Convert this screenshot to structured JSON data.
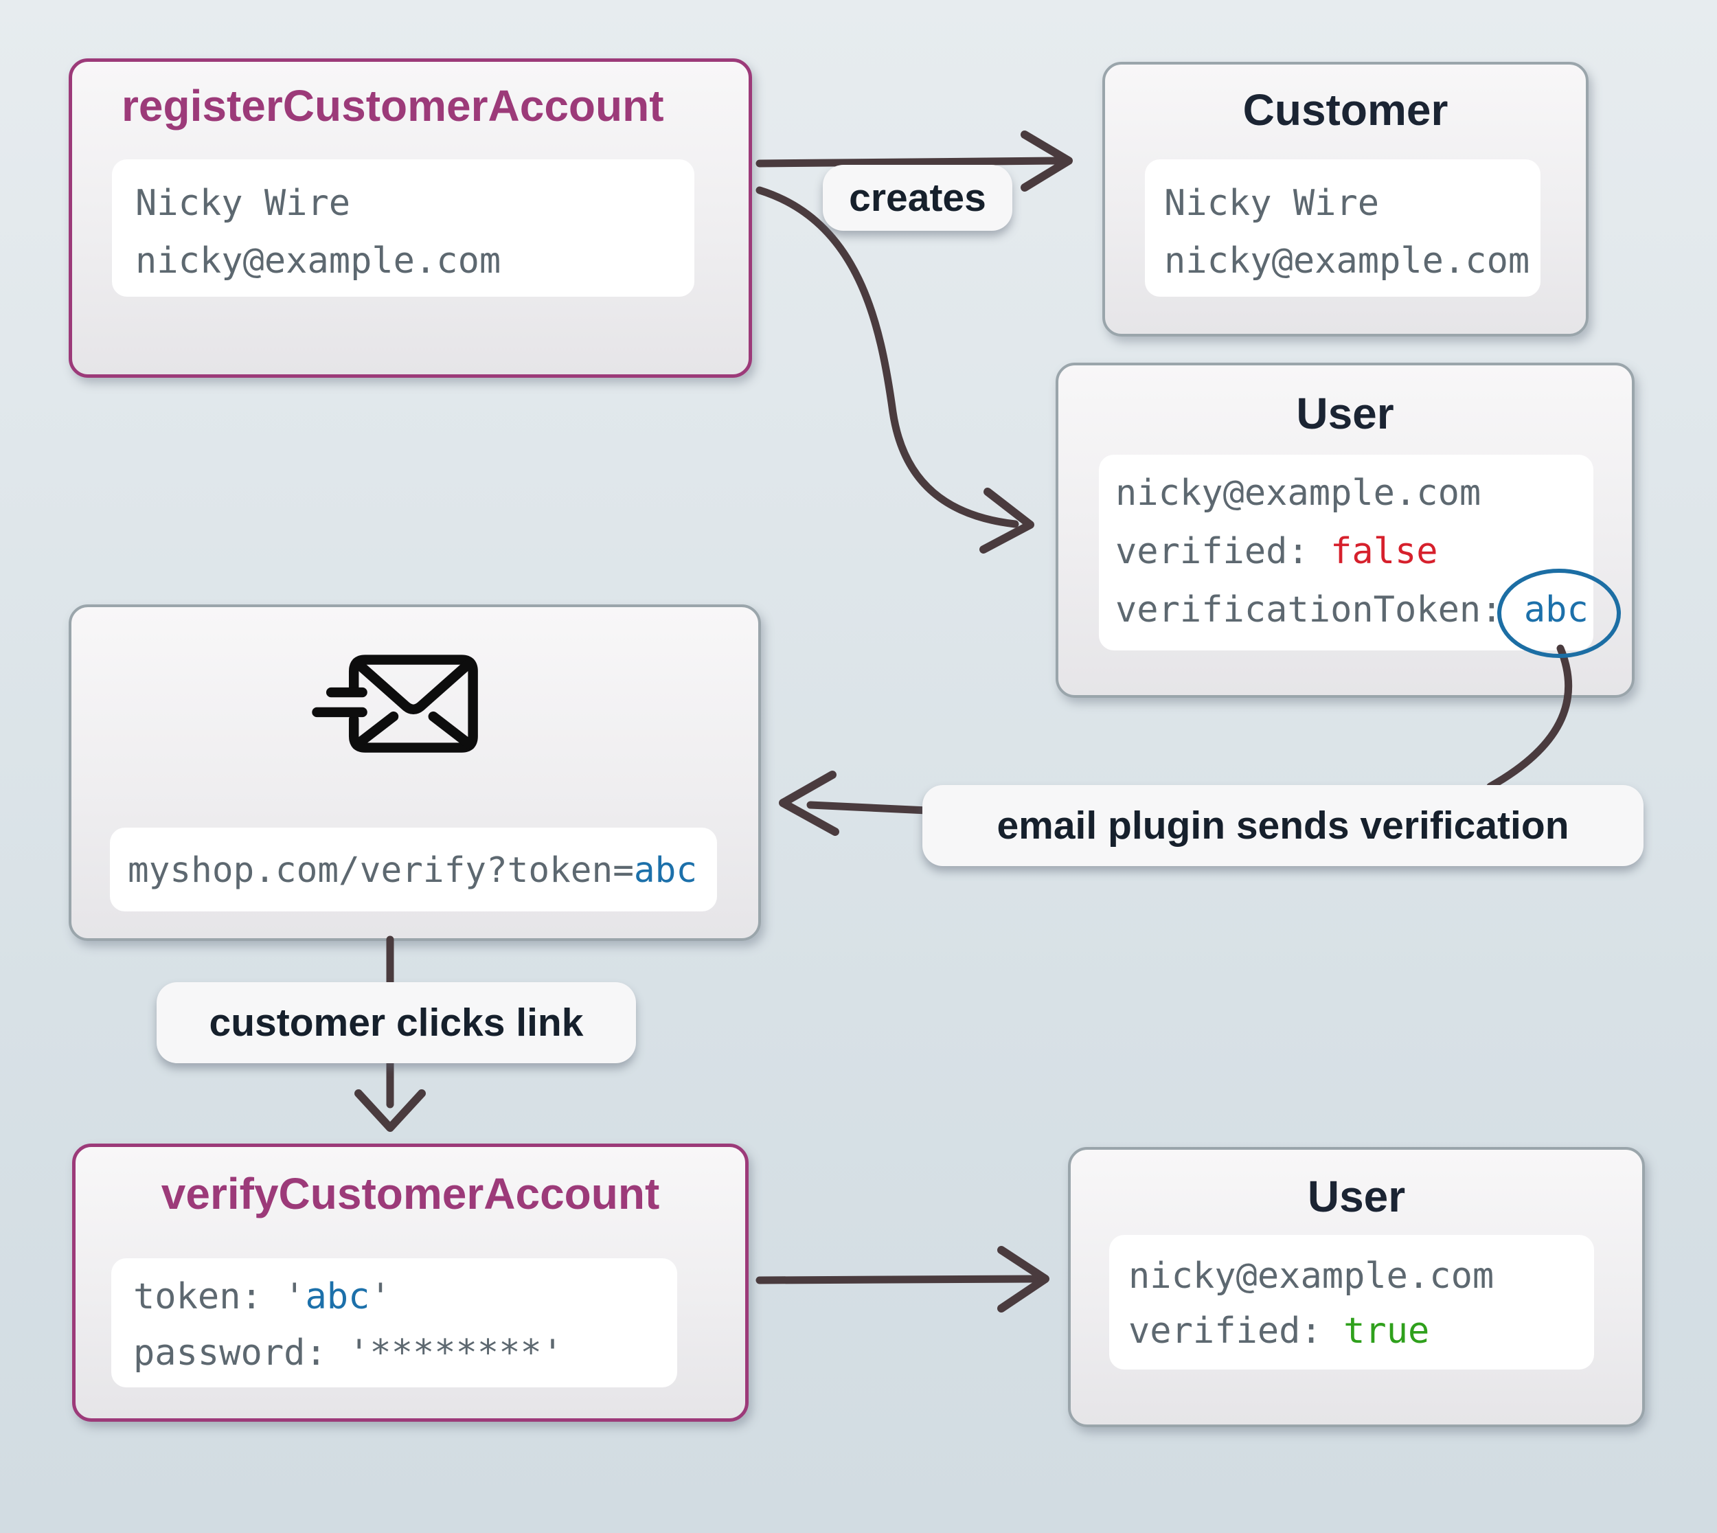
{
  "nodes": {
    "register": {
      "title": "registerCustomerAccount",
      "line1": "Nicky Wire",
      "line2": "nicky@example.com"
    },
    "customer": {
      "title": "Customer",
      "line1": "Nicky Wire",
      "line2": "nicky@example.com"
    },
    "user_unverified": {
      "title": "User",
      "email": "nicky@example.com",
      "verified_label": "verified: ",
      "verified_value": "false",
      "token_label": "verificationToken: ",
      "token_value": "abc"
    },
    "email": {
      "url_prefix": "myshop.com/verify?token=",
      "token_value": "abc"
    },
    "verify": {
      "title": "verifyCustomerAccount",
      "token_label": "token: ",
      "quote": "'",
      "token_value": "abc",
      "password_label": "password: ",
      "password_value": "'********'"
    },
    "user_verified": {
      "title": "User",
      "email": "nicky@example.com",
      "verified_label": "verified: ",
      "verified_value": "true"
    }
  },
  "labels": {
    "creates": "creates",
    "email_plugin": "email plugin sends verification",
    "customer_clicks": "customer clicks link"
  },
  "colors": {
    "accent_purple": "#9c3a79",
    "node_border_gray": "#9aa5ab",
    "title_dark": "#1b2433",
    "mono_gray": "#5d6870",
    "false_red": "#d6202c",
    "true_green": "#2fa01c",
    "token_blue": "#1c70aa",
    "ellipse_blue": "#1c6ea4",
    "arrow": "#4a3b3e"
  }
}
